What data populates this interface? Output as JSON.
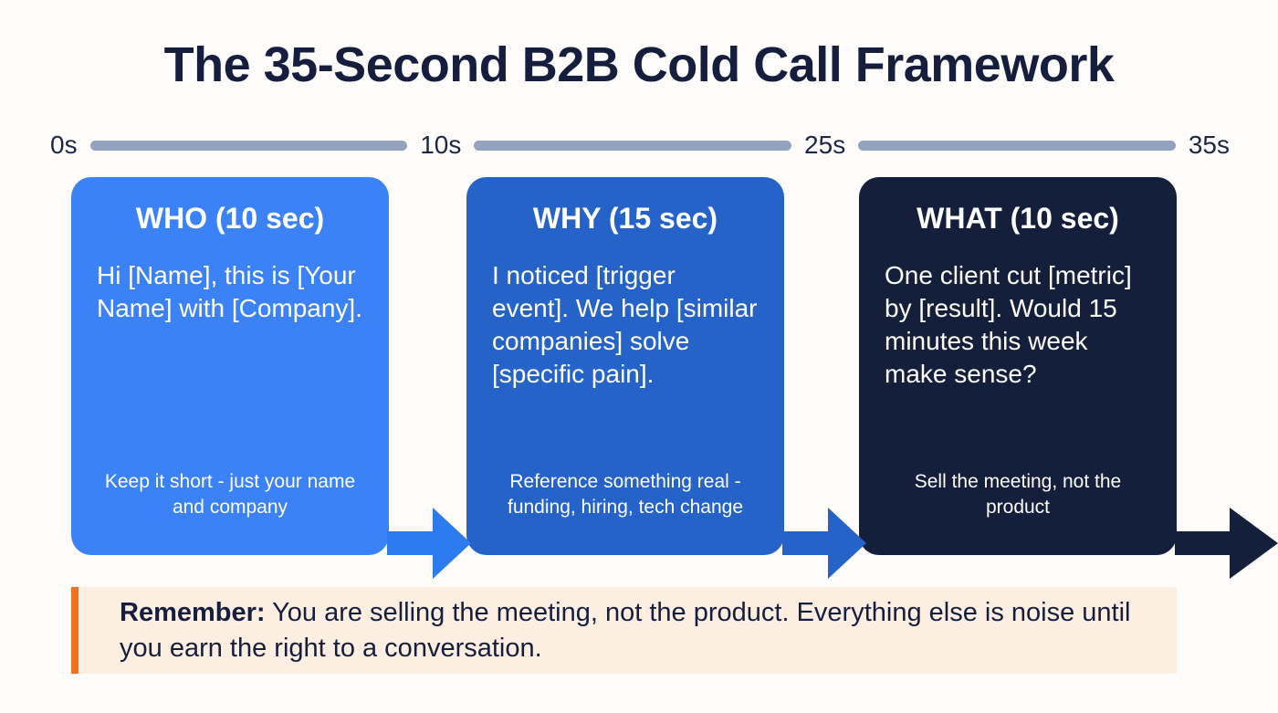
{
  "page": {
    "title": "The 35-Second B2B Cold Call Framework",
    "background_color": "#fdfcfa",
    "title_color": "#151f3d"
  },
  "timeline": {
    "marks": [
      "0s",
      "10s",
      "25s",
      "35s"
    ],
    "bar_color": "#93a3bd"
  },
  "cards": [
    {
      "heading": "WHO (10 sec)",
      "body": "Hi [Name], this is [Your Name] with [Company].",
      "hint": "Keep it short - just your name and company",
      "color": "#3b82f6"
    },
    {
      "heading": "WHY (15 sec)",
      "body": "I noticed [trigger event]. We help [similar companies] solve [specific pain].",
      "hint": "Reference something real - funding, hiring, tech change",
      "color": "#2563c9"
    },
    {
      "heading": "WHAT (10 sec)",
      "body": "One client cut [metric] by [result]. Would 15 minutes this week make sense?",
      "hint": "Sell the meeting, not the product",
      "color": "#141f3c"
    }
  ],
  "arrows": [
    {
      "color": "#2e7bf0"
    },
    {
      "color": "#2563c9"
    },
    {
      "color": "#141f3c"
    }
  ],
  "callout": {
    "lead": "Remember:",
    "text": " You are selling the meeting, not the product. Everything else is noise until you earn the right to a conversation.",
    "accent_color": "#f2711c",
    "background_color": "#fdeee2"
  }
}
